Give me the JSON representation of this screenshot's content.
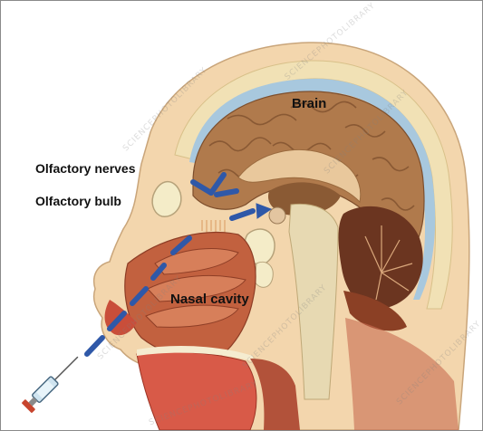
{
  "labels": {
    "brain": "Brain",
    "olfactory_nerves": "Olfactory nerves",
    "olfactory_bulb": "Olfactory bulb",
    "nasal_cavity": "Nasal cavity"
  },
  "watermark": "SCIENCEPHOTOLIBRARY",
  "colors": {
    "arrow": "#2f58a8",
    "skin": "#f3d6ad",
    "skull": "#f1e1b5",
    "brain": "#b07a4c",
    "cerebellum": "#6b3520",
    "tissue": "#c2613f",
    "syringe_barrel": "#cfe4f0",
    "syringe_plunger": "#c7452e"
  },
  "icons": [
    "syringe-icon"
  ]
}
